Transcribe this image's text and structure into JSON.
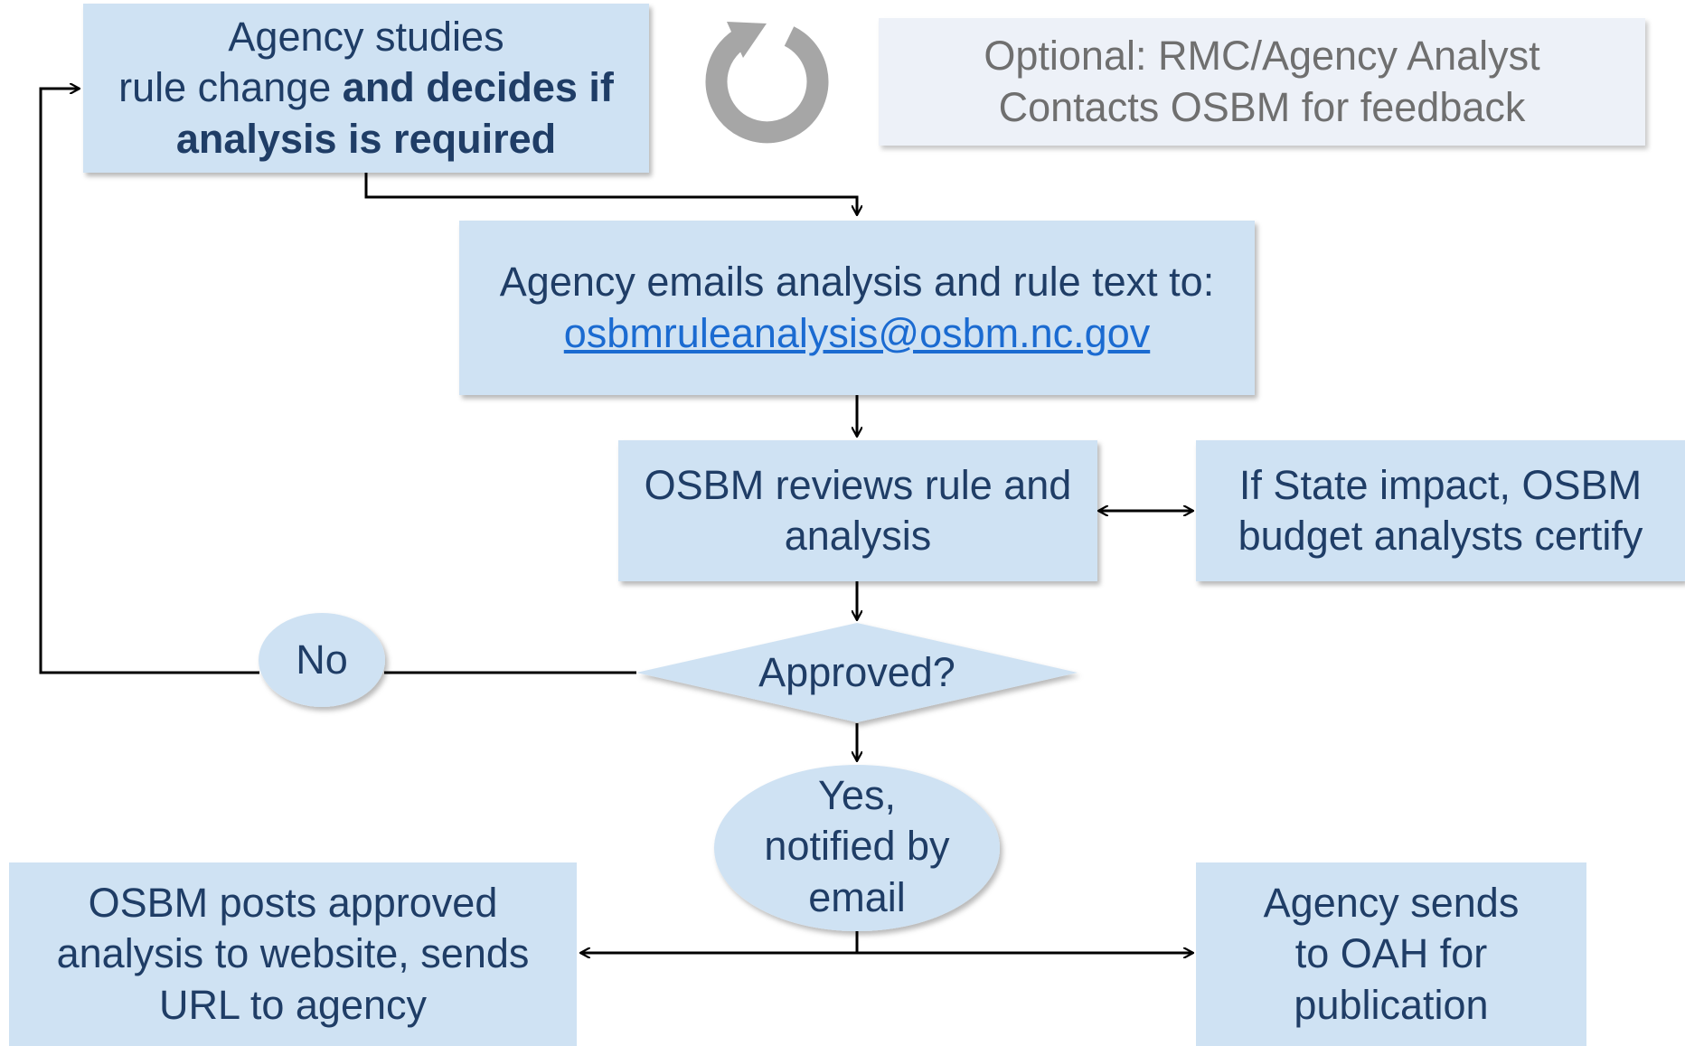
{
  "nodes": {
    "agency_studies": {
      "line1": "Agency studies",
      "line2_normal": "rule change ",
      "line2_bold": "and decides if",
      "line3_bold": "analysis is required"
    },
    "optional_contact": {
      "line1": "Optional: RMC/Agency Analyst",
      "line2": "Contacts OSBM for feedback"
    },
    "agency_emails": {
      "line1": "Agency emails analysis and rule text to:",
      "email": "osbmruleanalysis@osbm.nc.gov"
    },
    "osbm_reviews": {
      "line1": "OSBM reviews rule and",
      "line2": "analysis"
    },
    "state_impact": {
      "line1": "If State impact, OSBM",
      "line2": "budget analysts certify"
    },
    "approved": {
      "label": "Approved?"
    },
    "no": {
      "label": "No"
    },
    "yes": {
      "line1": "Yes,",
      "line2": "notified by",
      "line3": "email"
    },
    "osbm_posts": {
      "line1": "OSBM posts approved",
      "line2": "analysis to website, sends",
      "line3": "URL to agency"
    },
    "agency_sends": {
      "line1": "Agency sends",
      "line2": "to OAH for",
      "line3": "publication"
    }
  },
  "icons": {
    "cycle": "refresh-cycle-icon"
  },
  "colors": {
    "box_fill": "#cfe2f3",
    "text": "#1f3d66",
    "link": "#1b6bd1",
    "optional_fill": "#edf1f8",
    "optional_text": "#6f6f6f",
    "connector": "#000000",
    "cycle_icon": "#a6a6a6"
  }
}
